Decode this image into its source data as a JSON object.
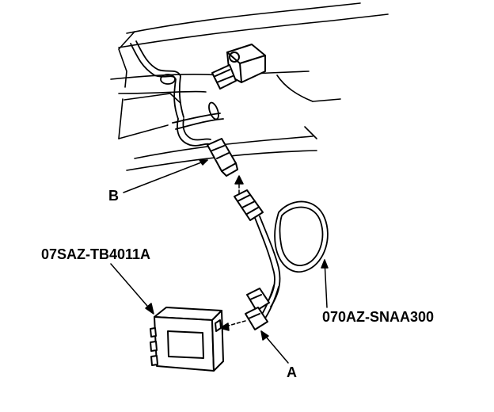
{
  "labels": {
    "callout_b": "B",
    "tool_part_number": "07SAZ-TB4011A",
    "cable_part_number": "070AZ-SNAA300",
    "callout_a": "A"
  },
  "colors": {
    "ink": "#000000",
    "paper": "#ffffff"
  }
}
